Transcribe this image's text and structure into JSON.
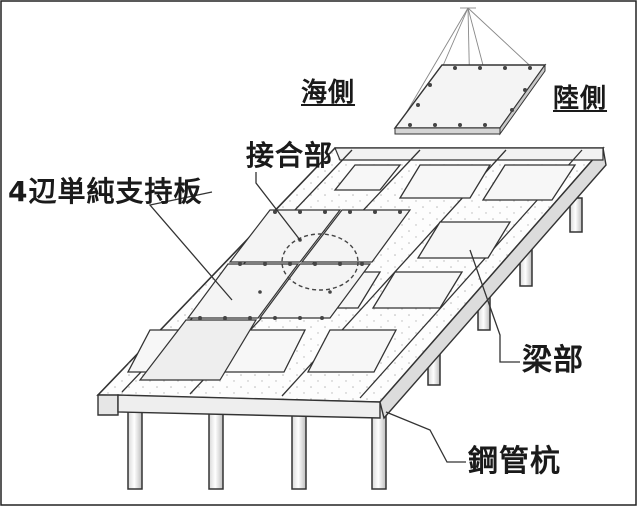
{
  "labels": {
    "sea_side": "海側",
    "land_side": "陸側",
    "joint": "接合部",
    "plate": "4辺単純支持板",
    "beam": "梁部",
    "pile": "鋼管杭"
  }
}
